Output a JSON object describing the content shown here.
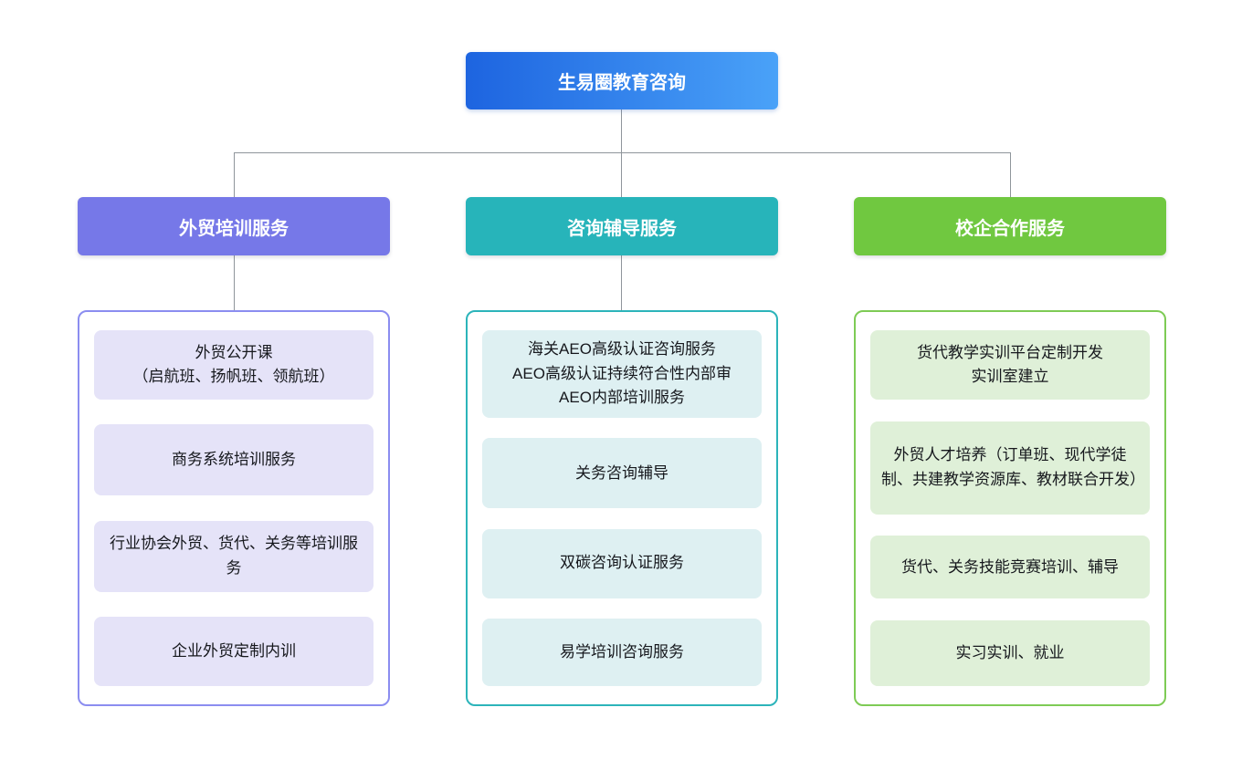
{
  "canvas": {
    "bg": "#ffffff",
    "connector": "#8f959b",
    "item_text": "#16181d",
    "header_text": "#ffffff"
  },
  "root": {
    "label": "生易圈教育咨询",
    "theme": {
      "grad_from": "#1d64e0",
      "grad_to": "#4aa2f8",
      "header_text": "#ffffff"
    }
  },
  "columns": [
    {
      "header": "外贸培训服务",
      "theme": {
        "header_bg": "#7678e8",
        "border": "#8b8df0",
        "item_bg": "#e5e3f8"
      },
      "items": [
        "外贸公开课\n（启航班、扬帆班、领航班）",
        "商务系统培训服务",
        "行业协会外贸、货代、关务等培训服务",
        "企业外贸定制内训"
      ]
    },
    {
      "header": "咨询辅导服务",
      "theme": {
        "header_bg": "#27b4ba",
        "border": "#2cb4ba",
        "item_bg": "#def0f2"
      },
      "items": [
        "海关AEO高级认证咨询服务\nAEO高级认证持续符合性内部审\nAEO内部培训服务",
        "关务咨询辅导",
        "双碳咨询认证服务",
        "易学培训咨询服务"
      ]
    },
    {
      "header": "校企合作服务",
      "theme": {
        "header_bg": "#70c840",
        "border": "#7ecb55",
        "item_bg": "#dff0d8"
      },
      "items": [
        "货代教学实训平台定制开发\n实训室建立",
        "外贸人才培养（订单班、现代学徒制、共建教学资源库、教材联合开发）",
        "货代、关务技能竞赛培训、辅导",
        "实习实训、就业"
      ]
    }
  ]
}
